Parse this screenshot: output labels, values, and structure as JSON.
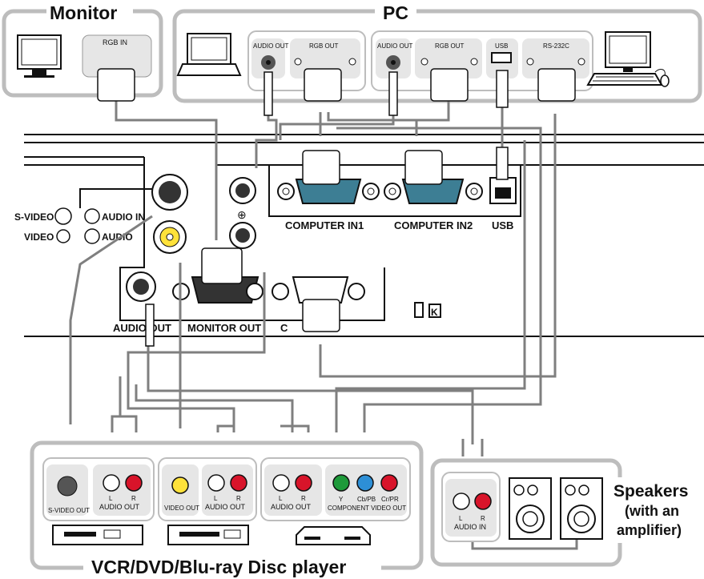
{
  "titles": {
    "monitor": "Monitor",
    "pc": "PC",
    "speakers_line1": "Speakers",
    "speakers_line2": "(with an",
    "speakers_line3": "amplifier)",
    "vcr": "VCR/DVD/Blu-ray Disc player"
  },
  "monitor_ports": {
    "rgb_in": "RGB IN"
  },
  "pc_ports": {
    "audio_out_1": "AUDIO OUT",
    "rgb_out_1": "RGB OUT",
    "audio_out_2": "AUDIO OUT",
    "rgb_out_2": "RGB OUT",
    "usb": "USB",
    "rs232c": "RS-232C"
  },
  "projector_ports": {
    "computer_in1": "COMPUTER IN1",
    "computer_in2": "COMPUTER IN2",
    "usb": "USB",
    "s_video": "S-VIDEO",
    "video": "VIDEO",
    "audio_in": "AUDIO IN",
    "audio": "AUDIO",
    "audio_out": "AUDIO OUT",
    "monitor_out": "MONITOR OUT",
    "control": "C"
  },
  "vcr_ports": {
    "s_video_out": "S-VIDEO OUT",
    "l1": "L",
    "r1": "R",
    "audio_out_1": "AUDIO OUT",
    "video_out": "VIDEO OUT",
    "l2": "L",
    "r2": "R",
    "audio_out_2": "AUDIO OUT",
    "l3": "L",
    "r3": "R",
    "audio_out_3": "AUDIO OUT",
    "y": "Y",
    "cb_pb": "Cb/PB",
    "cr_pr": "Cr/PR",
    "component_video_out": "COMPONENT VIDEO OUT"
  },
  "speaker_ports": {
    "l": "L",
    "r": "R",
    "audio_in": "AUDIO IN"
  },
  "colors": {
    "frame": "#bdbdbd",
    "port_bg": "#e6e6e6",
    "dsub_blue": "#3d7e94",
    "yellow": "#ffe23a",
    "red": "#d8142a",
    "green": "#1e9a3a",
    "blue": "#2d8fd6",
    "cable": "#7f7f7f"
  }
}
